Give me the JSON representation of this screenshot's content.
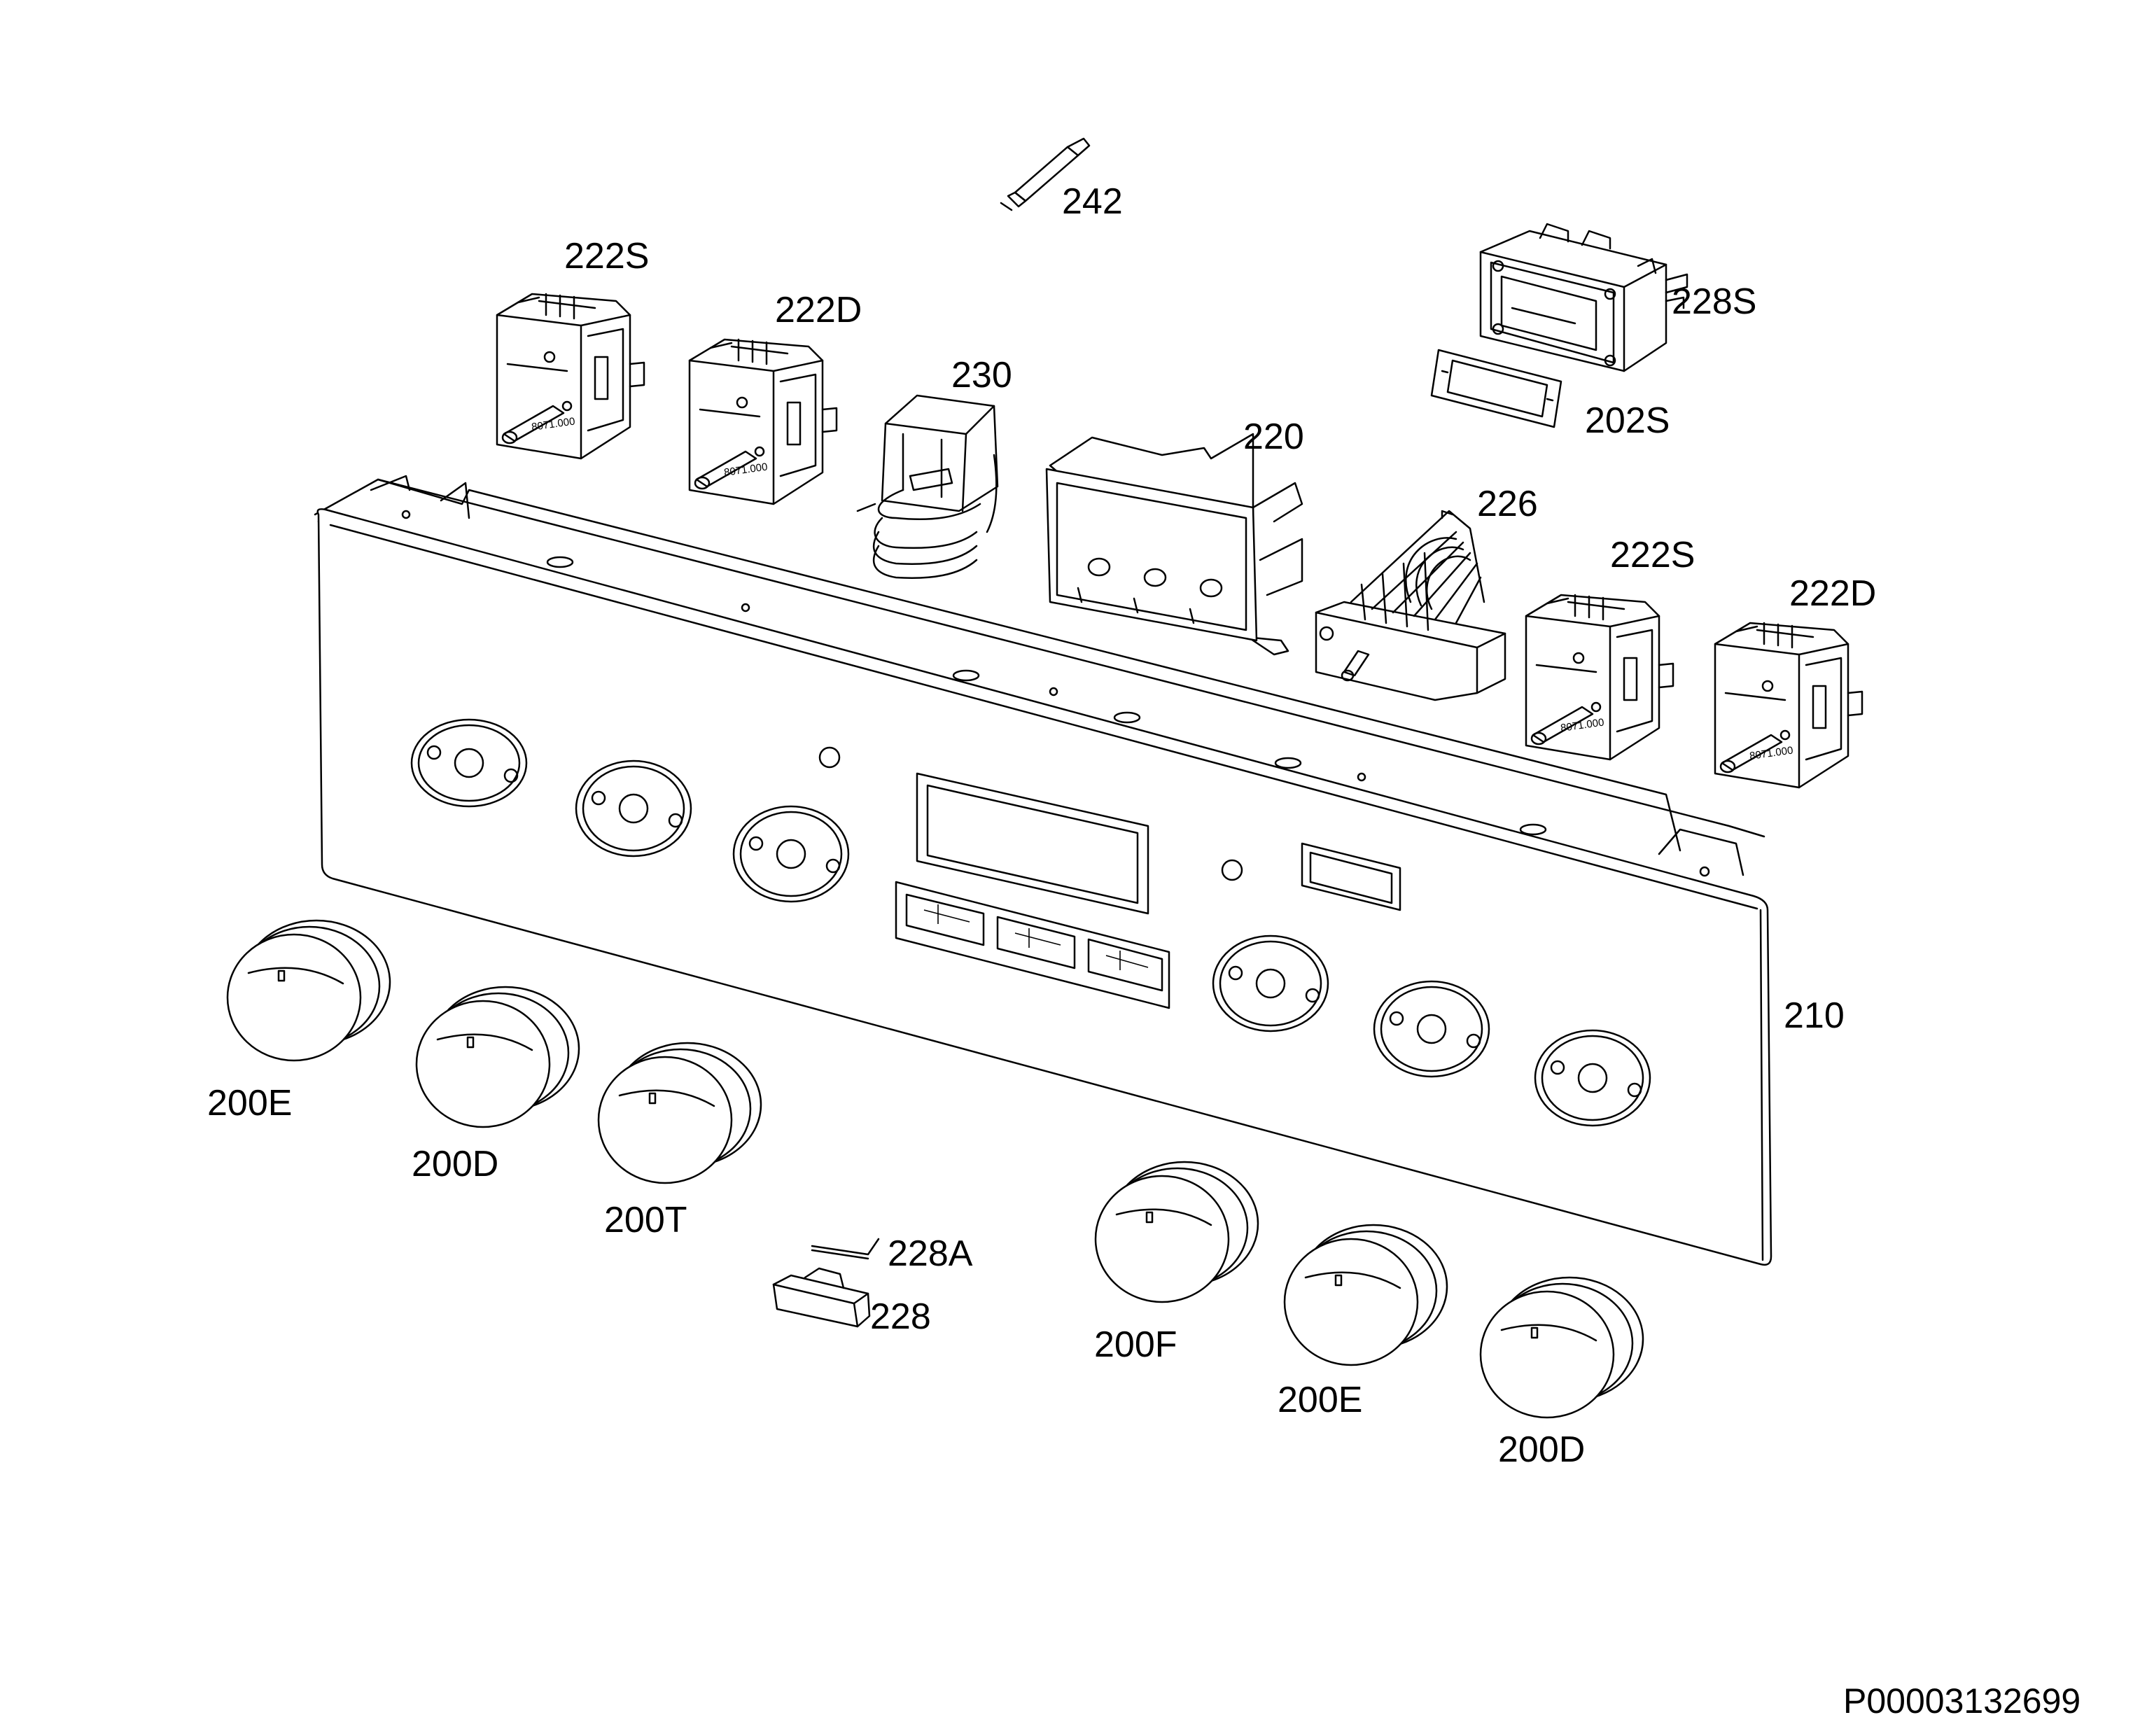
{
  "diagram": {
    "parts": [
      {
        "part": "242"
      },
      {
        "part": "222S"
      },
      {
        "part": "222D"
      },
      {
        "part": "230"
      },
      {
        "part": "220"
      },
      {
        "part": "228S"
      },
      {
        "part": "202S"
      },
      {
        "part": "226"
      },
      {
        "part": "222S"
      },
      {
        "part": "222D"
      },
      {
        "part": "210"
      },
      {
        "part": "200E"
      },
      {
        "part": "200D"
      },
      {
        "part": "200T"
      },
      {
        "part": "228A"
      },
      {
        "part": "228"
      },
      {
        "part": "200F"
      },
      {
        "part": "200E"
      },
      {
        "part": "200D"
      }
    ],
    "component_marks": {
      "switch_print": "8071.000"
    },
    "drawing_code": "P00003132699"
  }
}
